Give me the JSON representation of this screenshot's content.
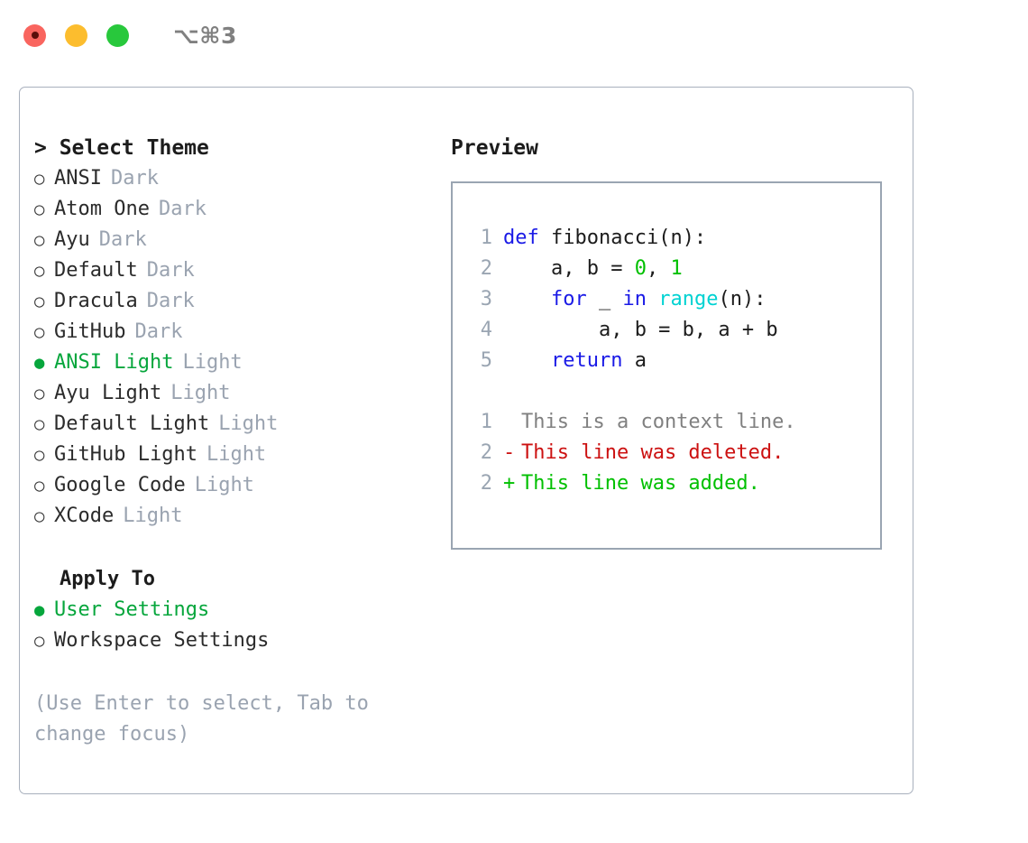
{
  "titlebar": {
    "lights": [
      {
        "name": "close-button",
        "color": "#f9655f"
      },
      {
        "name": "minimize-button",
        "color": "#fcbd2e"
      },
      {
        "name": "maximize-button",
        "color": "#28c83c"
      }
    ],
    "shortcut": "⌥⌘3"
  },
  "left": {
    "title": "> Select Theme",
    "themes": [
      {
        "bullet": "○",
        "name": "ANSI",
        "badge": "Dark",
        "selected": false
      },
      {
        "bullet": "○",
        "name": "Atom One",
        "badge": "Dark",
        "selected": false
      },
      {
        "bullet": "○",
        "name": "Ayu",
        "badge": "Dark",
        "selected": false
      },
      {
        "bullet": "○",
        "name": "Default",
        "badge": "Dark",
        "selected": false
      },
      {
        "bullet": "○",
        "name": "Dracula",
        "badge": "Dark",
        "selected": false
      },
      {
        "bullet": "○",
        "name": "GitHub",
        "badge": "Dark",
        "selected": false
      },
      {
        "bullet": "●",
        "name": "ANSI Light",
        "badge": "Light",
        "selected": true
      },
      {
        "bullet": "○",
        "name": "Ayu Light",
        "badge": "Light",
        "selected": false
      },
      {
        "bullet": "○",
        "name": "Default Light",
        "badge": "Light",
        "selected": false
      },
      {
        "bullet": "○",
        "name": "GitHub Light",
        "badge": "Light",
        "selected": false
      },
      {
        "bullet": "○",
        "name": "Google Code",
        "badge": "Light",
        "selected": false
      },
      {
        "bullet": "○",
        "name": "XCode",
        "badge": "Light",
        "selected": false
      }
    ],
    "apply_header": "Apply To",
    "apply_options": [
      {
        "bullet": "●",
        "name": "User Settings",
        "selected": true
      },
      {
        "bullet": "○",
        "name": "Workspace Settings",
        "selected": false
      }
    ],
    "hint": "(Use Enter to select, Tab to change focus)"
  },
  "right": {
    "title": "Preview",
    "code_lines": [
      {
        "num": "1",
        "tokens": [
          {
            "t": "def",
            "c": "tok-kw"
          },
          {
            "t": " fibonacci(n):",
            "c": "tok-txt"
          }
        ]
      },
      {
        "num": "2",
        "tokens": [
          {
            "t": "    a, b = ",
            "c": "tok-txt"
          },
          {
            "t": "0",
            "c": "tok-num"
          },
          {
            "t": ", ",
            "c": "tok-txt"
          },
          {
            "t": "1",
            "c": "tok-num"
          }
        ]
      },
      {
        "num": "3",
        "tokens": [
          {
            "t": "    ",
            "c": "tok-txt"
          },
          {
            "t": "for",
            "c": "tok-kw"
          },
          {
            "t": " _ ",
            "c": "tok-txt"
          },
          {
            "t": "in",
            "c": "tok-kw"
          },
          {
            "t": " ",
            "c": "tok-txt"
          },
          {
            "t": "range",
            "c": "tok-fn"
          },
          {
            "t": "(n):",
            "c": "tok-txt"
          }
        ]
      },
      {
        "num": "4",
        "tokens": [
          {
            "t": "        a, b = b, a + b",
            "c": "tok-txt"
          }
        ]
      },
      {
        "num": "5",
        "tokens": [
          {
            "t": "    ",
            "c": "tok-txt"
          },
          {
            "t": "return",
            "c": "tok-kw"
          },
          {
            "t": " a",
            "c": "tok-txt"
          }
        ]
      }
    ],
    "diff_lines": [
      {
        "num": "1",
        "mark": " ",
        "text": "This is a context line.",
        "cls": "diff-ctx"
      },
      {
        "num": "2",
        "mark": "-",
        "text": "This line was deleted.",
        "cls": "diff-del"
      },
      {
        "num": "2",
        "mark": "+",
        "text": "This line was added.",
        "cls": "diff-add"
      }
    ]
  },
  "colors": {
    "accent_green": "#06a63c",
    "muted": "#9aa3b0",
    "keyword_blue": "#1a1ae6",
    "function_cyan": "#00d2d2",
    "number_green": "#00c000",
    "diff_delete": "#cc1111",
    "diff_add": "#00c000",
    "border": "#a8b0bd"
  }
}
